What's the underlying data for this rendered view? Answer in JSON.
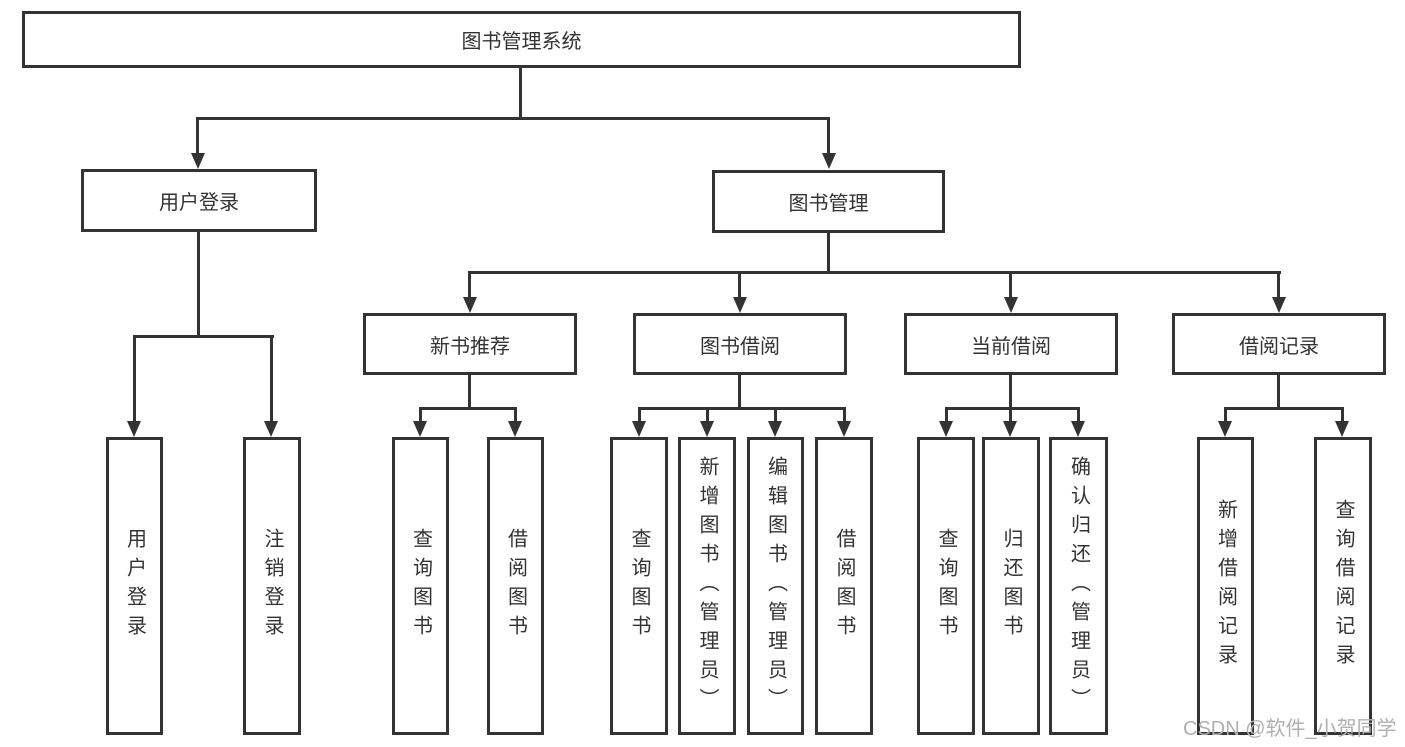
{
  "tree": {
    "root": "图书管理系统",
    "branches": [
      {
        "label": "用户登录",
        "children": [
          "用户登录",
          "注销登录"
        ]
      },
      {
        "label": "图书管理",
        "groups": [
          {
            "label": "新书推荐",
            "children": [
              "查询图书",
              "借阅图书"
            ]
          },
          {
            "label": "图书借阅",
            "children": [
              "查询图书",
              "新增图书（管理员）",
              "编辑图书（管理员）",
              "借阅图书"
            ]
          },
          {
            "label": "当前借阅",
            "children": [
              "查询图书",
              "归还图书",
              "确认归还（管理员）"
            ]
          },
          {
            "label": "借阅记录",
            "children": [
              "新增借阅记录",
              "查询借阅记录"
            ]
          }
        ]
      }
    ]
  },
  "watermark": "CSDN @软件_小贺同学",
  "colors": {
    "line": "#333333",
    "text": "#333333",
    "box_background": "#ffffff",
    "background": "#ffffff",
    "watermark": "#b0b0b0"
  }
}
